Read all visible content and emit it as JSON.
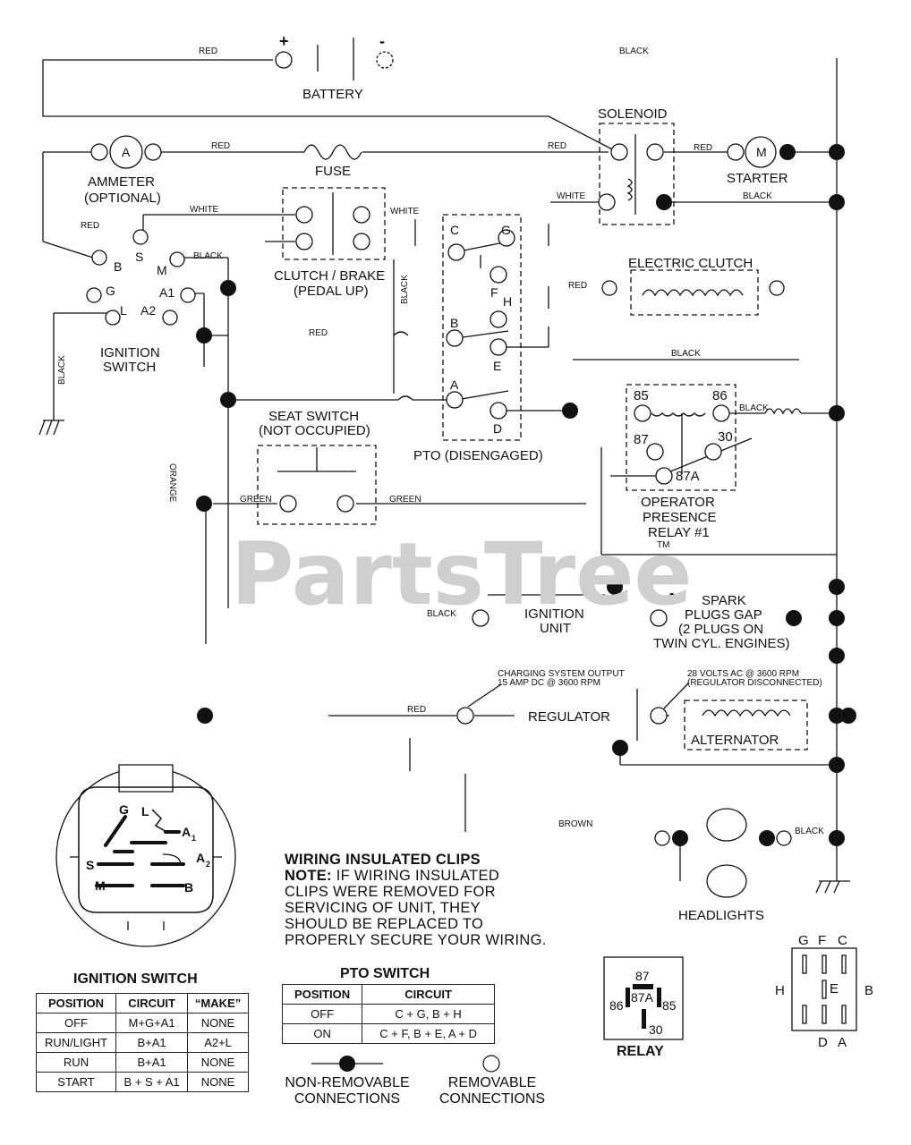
{
  "watermark": {
    "text": "PartsTree",
    "tm": "TM"
  },
  "battery": {
    "label": "BATTERY",
    "plus": "+",
    "minus": "-"
  },
  "solenoid": {
    "label": "SOLENOID"
  },
  "starter": {
    "label": "STARTER",
    "symbol": "M"
  },
  "ammeter": {
    "label1": "AMMETER",
    "label2": "(OPTIONAL)",
    "symbol": "A"
  },
  "fuse": {
    "label": "FUSE"
  },
  "clutch_brake": {
    "label1": "CLUTCH / BRAKE",
    "label2": "(PEDAL UP)"
  },
  "electric_clutch": {
    "label": "ELECTRIC CLUTCH"
  },
  "ignition": {
    "label1": "IGNITION",
    "label2": "SWITCH",
    "terminals": {
      "B": "B",
      "S": "S",
      "M": "M",
      "G": "G",
      "A1": "A1",
      "L": "L",
      "A2": "A2"
    }
  },
  "pto": {
    "label": "PTO (DISENGAGED)",
    "terminals": {
      "C": "C",
      "G": "G",
      "F": "F",
      "H": "H",
      "B": "B",
      "E": "E",
      "A": "A",
      "D": "D"
    }
  },
  "seat_switch": {
    "label1": "SEAT SWITCH",
    "label2": "(NOT OCCUPIED)"
  },
  "relay1": {
    "label1": "OPERATOR",
    "label2": "PRESENCE",
    "label3": "RELAY #1",
    "t85": "85",
    "t86": "86",
    "t87": "87",
    "t30": "30",
    "t87a": "87A"
  },
  "ignition_unit": {
    "label1": "IGNITION",
    "label2": "UNIT"
  },
  "spark": {
    "label1": "SPARK",
    "label2": "PLUGS GAP",
    "label3": "(2 PLUGS ON",
    "label4": "TWIN CYL. ENGINES)",
    "minus": "-"
  },
  "charging": {
    "line1": "CHARGING SYSTEM OUTPUT",
    "line2": "15 AMP DC @ 3600 RPM"
  },
  "volts": {
    "line1": "28 VOLTS AC @ 3600 RPM",
    "line2": "(REGULATOR DISCONNECTED)"
  },
  "regulator": {
    "label": "REGULATOR"
  },
  "alternator": {
    "label": "ALTERNATOR"
  },
  "headlights": {
    "label": "HEADLIGHTS"
  },
  "wire_colors": {
    "red": "RED",
    "black": "BLACK",
    "white": "WHITE",
    "orange": "ORANGE",
    "green": "GREEN",
    "brown": "BROWN"
  },
  "note": {
    "heading": "WIRING INSULATED CLIPS",
    "lead": "NOTE:",
    "line1": " IF WIRING INSULATED",
    "line2": "CLIPS WERE REMOVED FOR",
    "line3": "SERVICING OF UNIT, THEY",
    "line4": "SHOULD BE REPLACED TO",
    "line5": "PROPERLY SECURE YOUR WIRING."
  },
  "ign_switch_face": {
    "title": "IGNITION SWITCH",
    "G": "G",
    "L": "L",
    "A1": "A",
    "A1sub": "1",
    "A2": "A",
    "A2sub": "2",
    "S": "S",
    "M": "M",
    "B": "B"
  },
  "ign_table": {
    "headers": [
      "POSITION",
      "CIRCUIT",
      "“MAKE”"
    ],
    "rows": [
      [
        "OFF",
        "M+G+A1",
        "NONE"
      ],
      [
        "RUN/LIGHT",
        "B+A1",
        "A2+L"
      ],
      [
        "RUN",
        "B+A1",
        "NONE"
      ],
      [
        "START",
        "B + S + A1",
        "NONE"
      ]
    ]
  },
  "pto_table": {
    "title": "PTO SWITCH",
    "headers": [
      "POSITION",
      "CIRCUIT"
    ],
    "rows": [
      [
        "OFF",
        "C + G, B + H"
      ],
      [
        "ON",
        "C + F, B + E, A + D"
      ]
    ]
  },
  "legend": {
    "nonremovable1": "NON-REMOVABLE",
    "nonremovable2": "CONNECTIONS",
    "removable1": "REMOVABLE",
    "removable2": "CONNECTIONS"
  },
  "relay_box": {
    "label": "RELAY",
    "t87": "87",
    "t87a": "87A",
    "t86": "86",
    "t85": "85",
    "t30": "30"
  },
  "pto_box": {
    "G": "G",
    "F": "F",
    "C": "C",
    "H": "H",
    "E": "E",
    "B": "B",
    "D": "D",
    "A": "A"
  }
}
